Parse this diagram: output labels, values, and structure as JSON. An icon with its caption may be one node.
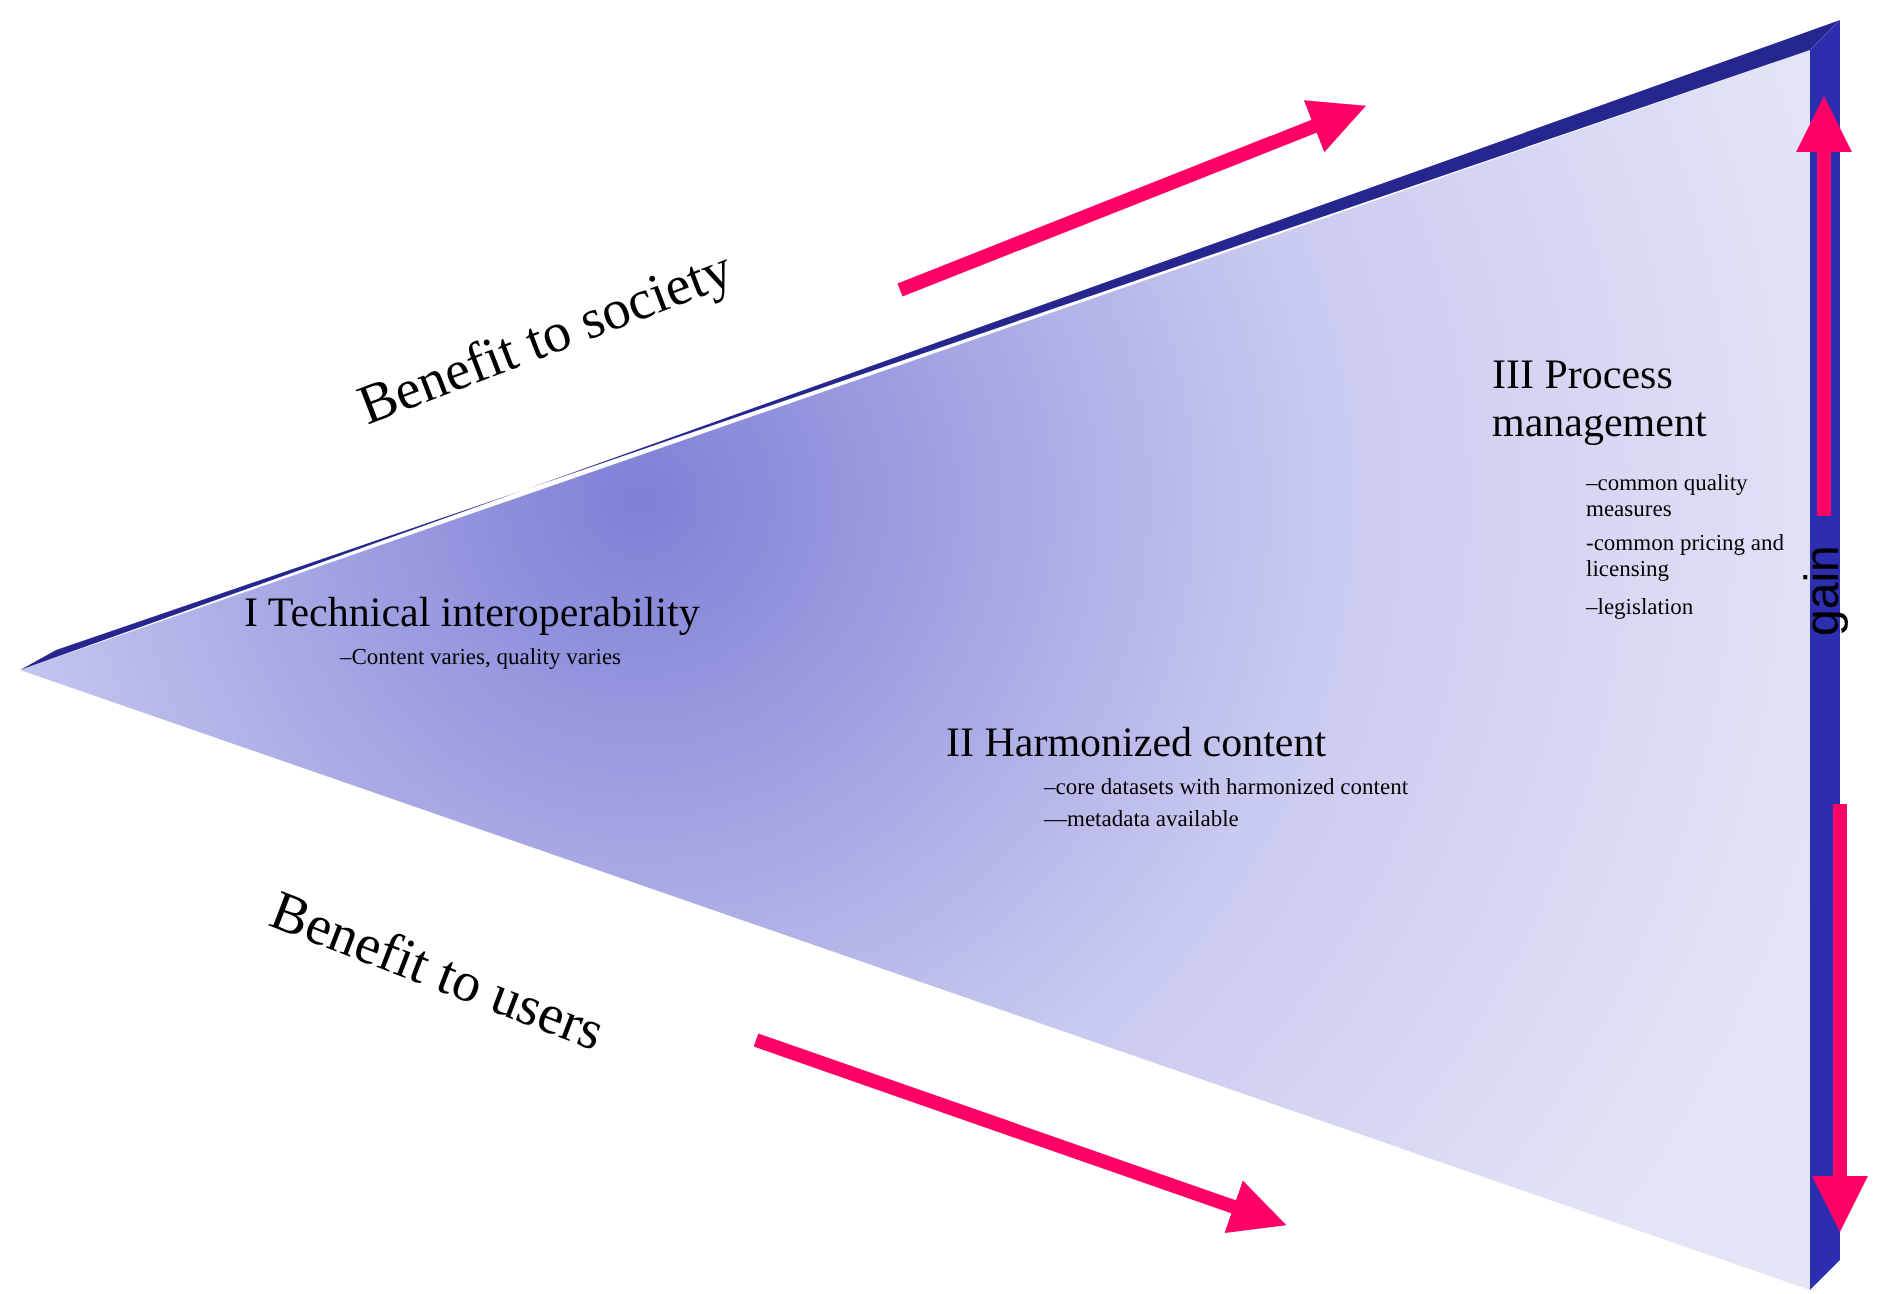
{
  "diagram": {
    "labels": [
      "III Process management",
      "–common quality measures",
      "-common pricing and licensing",
      "–legislation",
      "Benefit to society",
      "I Technical interoperability",
      "–Content varies, quality varies",
      "gain",
      "II Harmonized content",
      "–core datasets with harmonized content",
      "—metadata available",
      "Benefit to users"
    ]
  }
}
